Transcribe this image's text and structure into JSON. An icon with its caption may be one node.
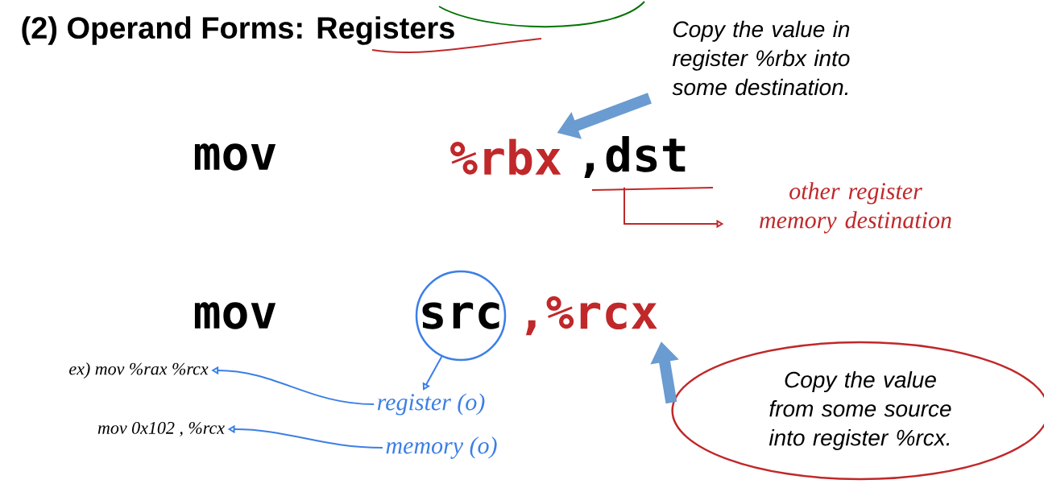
{
  "diagram": {
    "title": "(2) Operand Forms: Registers",
    "nodes": [
      {
        "text": [
          "Copy the value in register %rbx into some destination."
        ]
      },
      {
        "text": [
          "%rbx"
        ]
      },
      {
        "text": [
          ",dst"
        ]
      },
      {
        "text": [
          "other register memory destination"
        ]
      },
      {
        "text": [
          "src"
        ]
      },
      {
        "text": [
          ",%rcx"
        ]
      },
      {
        "text": [
          "Copy the value from some source into register %rcx."
        ]
      },
      {
        "text": [
          "register (o)"
        ]
      },
      {
        "text": [
          "memory (o)"
        ]
      },
      {
        "text": [
          "ex) mov %rax %rcx"
        ]
      },
      {
        "text": [
          "mov 0x102 , %rcx"
        ]
      }
    ],
    "edges": [
      {
        "from": 0,
        "to": 1,
        "arrow": "to",
        "style": "thick",
        "color": "#6a9bd1"
      },
      {
        "from": 2,
        "to": 3,
        "arrow": "to",
        "color": "#c0282a"
      },
      {
        "from": 6,
        "to": 5,
        "arrow": "to",
        "style": "thick",
        "color": "#6a9bd1"
      },
      {
        "from": 4,
        "to": 7,
        "arrow": "to",
        "color": "#3b7fe6"
      },
      {
        "from": 7,
        "to": 9,
        "arrow": "to",
        "color": "#3b7fe6"
      },
      {
        "from": 8,
        "to": 10,
        "arrow": "to",
        "color": "#3b7fe6"
      }
    ],
    "labels": [
      "mov",
      "mov"
    ]
  }
}
